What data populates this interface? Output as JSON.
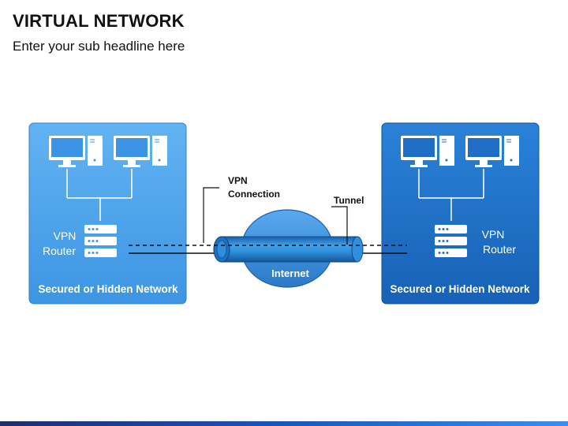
{
  "title": "VIRTUAL NETWORK",
  "subtitle": "Enter your sub headline here",
  "left_network": {
    "router_label_line1": "VPN",
    "router_label_line2": "Router",
    "caption": "Secured or Hidden Network",
    "fill_color": "#4aa3ec"
  },
  "right_network": {
    "router_label_line1": "VPN",
    "router_label_line2": "Router",
    "caption": "Secured or Hidden Network",
    "fill_color": "#1f6fc6"
  },
  "vpn_connection_label_line1": "VPN",
  "vpn_connection_label_line2": "Connection",
  "tunnel_label": "Tunnel",
  "internet_label": "Internet",
  "icons": [
    "desktop-computer-icon",
    "tower-computer-icon",
    "server-router-icon"
  ],
  "colors": {
    "tunnel": "#2e8fd8",
    "internet": "#3f8fd6",
    "accent_dark": "#1b2f6b"
  }
}
